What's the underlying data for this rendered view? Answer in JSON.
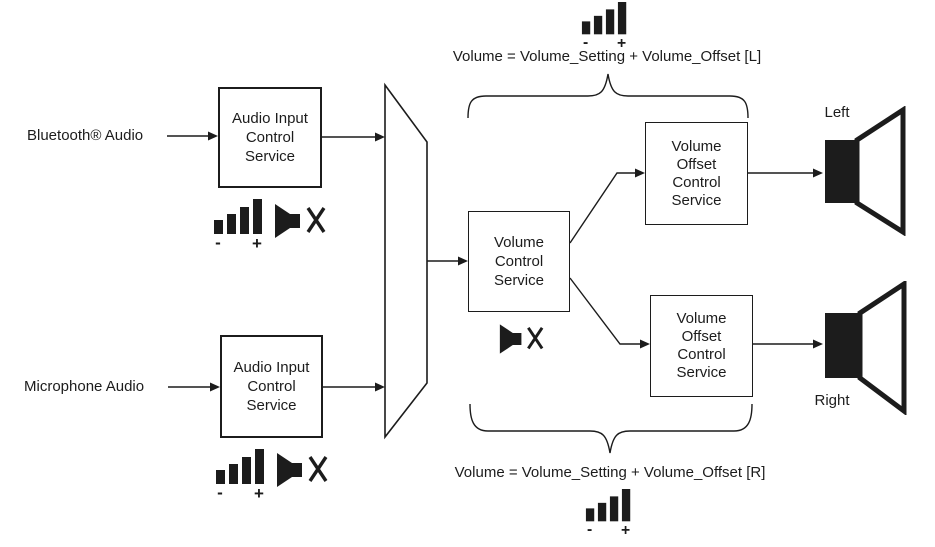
{
  "diagram": {
    "title": "Audio volume control services block diagram",
    "background": "#ffffff",
    "stroke_color": "#1c1c1c",
    "text_color": "#1c1c1c"
  },
  "inputs": {
    "bluetooth": "Bluetooth® Audio",
    "microphone": "Microphone Audio"
  },
  "boxes": {
    "audio_input_top": "Audio Input\nControl\nService",
    "audio_input_bottom": "Audio Input\nControl\nService",
    "volume_control": "Volume\nControl\nService",
    "volume_offset_left": "Volume\nOffset\nControl\nService",
    "volume_offset_right": "Volume\nOffset\nControl\nService"
  },
  "outputs": {
    "left": "Left",
    "right": "Right"
  },
  "formulas": {
    "left": "Volume = Volume_Setting + Volume_Offset [L]",
    "right": "Volume = Volume_Setting + Volume_Offset [R]"
  },
  "icons": {
    "volume_bars": {
      "minus": "-",
      "plus": "+"
    },
    "mute": "muted-speaker-with-x",
    "mixer": "audio-mixer-trapezoid",
    "speaker": "loudspeaker"
  }
}
